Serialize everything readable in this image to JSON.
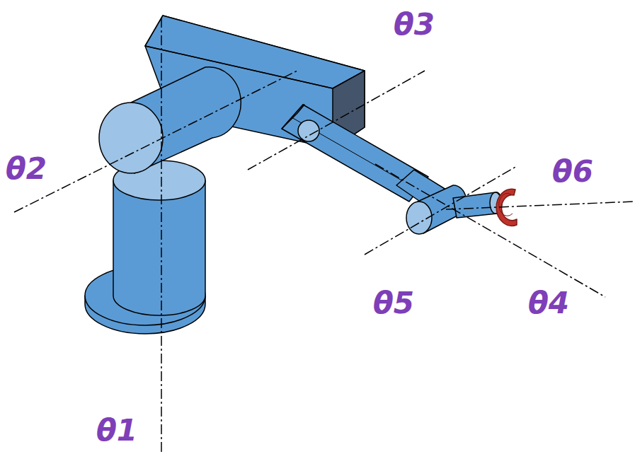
{
  "diagram": {
    "labels": [
      "θ3",
      "θ2",
      "θ6",
      "θ5",
      "θ4",
      "θ1"
    ]
  }
}
